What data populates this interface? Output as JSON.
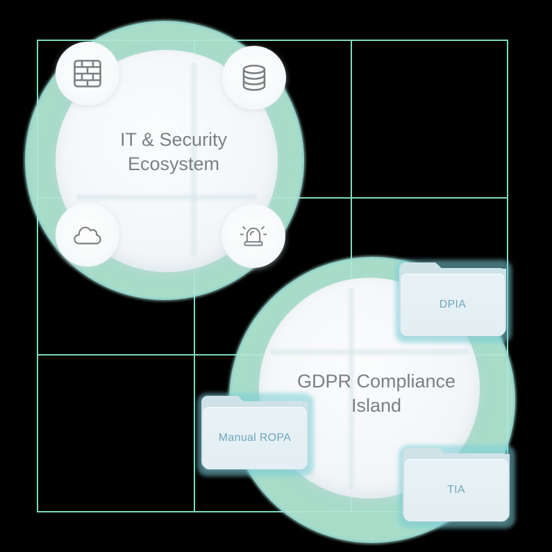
{
  "colors": {
    "background": "#000000",
    "grid_line": "#7fdcc0",
    "ring": "#b0e8d4",
    "disc": "#f3f6f8",
    "title_text": "#7b7f82",
    "icon_stroke": "#7b7f82",
    "folder_body": "#e3eef3",
    "folder_tab": "#cfe2e8",
    "folder_label": "#6fa6bd"
  },
  "it_cluster": {
    "title_line1": "IT & Security",
    "title_line2": "Ecosystem",
    "icons": [
      {
        "name": "firewall-icon"
      },
      {
        "name": "database-icon"
      },
      {
        "name": "cloud-icon"
      },
      {
        "name": "siren-alert-icon"
      }
    ]
  },
  "gdpr_cluster": {
    "title_line1": "GDPR Compliance",
    "title_line2": "Island",
    "folders": [
      {
        "label": "DPIA"
      },
      {
        "label": "Manual ROPA"
      },
      {
        "label": "TIA"
      }
    ]
  }
}
